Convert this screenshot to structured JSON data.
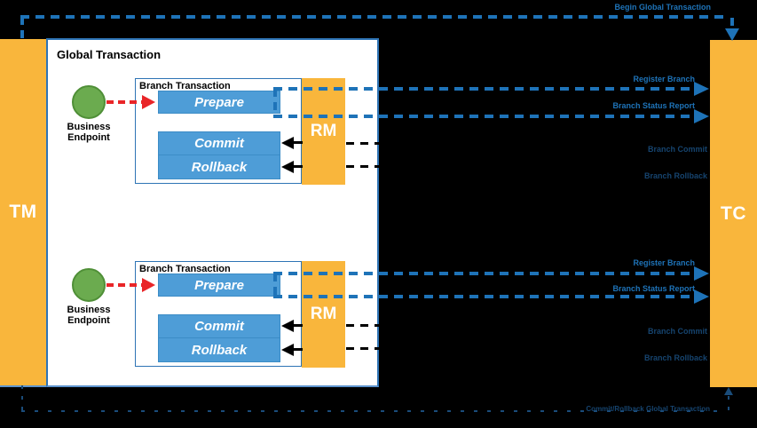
{
  "palette": {
    "background": "#000000",
    "actor_orange": "#F9B63C",
    "phase_blue": "#4E9DD7",
    "message_blue": "#1E73B8",
    "faint_navy": "#16446F",
    "endpoint_green": "#6BAB4F",
    "invoke_red": "#E92528",
    "box_border_blue": "#2E74B5"
  },
  "actors": {
    "tm": "TM",
    "tc": "TC"
  },
  "global_transaction": {
    "title": "Global Transaction"
  },
  "messages": {
    "begin_global": "Begin Global Transaction",
    "commit_rollback_global": "Commit/Rollback Global Transaction"
  },
  "branches": [
    {
      "title": "Branch Transaction",
      "rm": "RM",
      "endpoint": {
        "line1": "Business",
        "line2": "Endpoint"
      },
      "phases": {
        "prepare": "Prepare",
        "commit": "Commit",
        "rollback": "Rollback"
      },
      "messages": {
        "register": "Register Branch",
        "status": "Branch Status Report",
        "commit": "Branch Commit",
        "rollback": "Branch Rollback"
      }
    },
    {
      "title": "Branch Transaction",
      "rm": "RM",
      "endpoint": {
        "line1": "Business",
        "line2": "Endpoint"
      },
      "phases": {
        "prepare": "Prepare",
        "commit": "Commit",
        "rollback": "Rollback"
      },
      "messages": {
        "register": "Register Branch",
        "status": "Branch Status Report",
        "commit": "Branch Commit",
        "rollback": "Branch Rollback"
      }
    }
  ]
}
